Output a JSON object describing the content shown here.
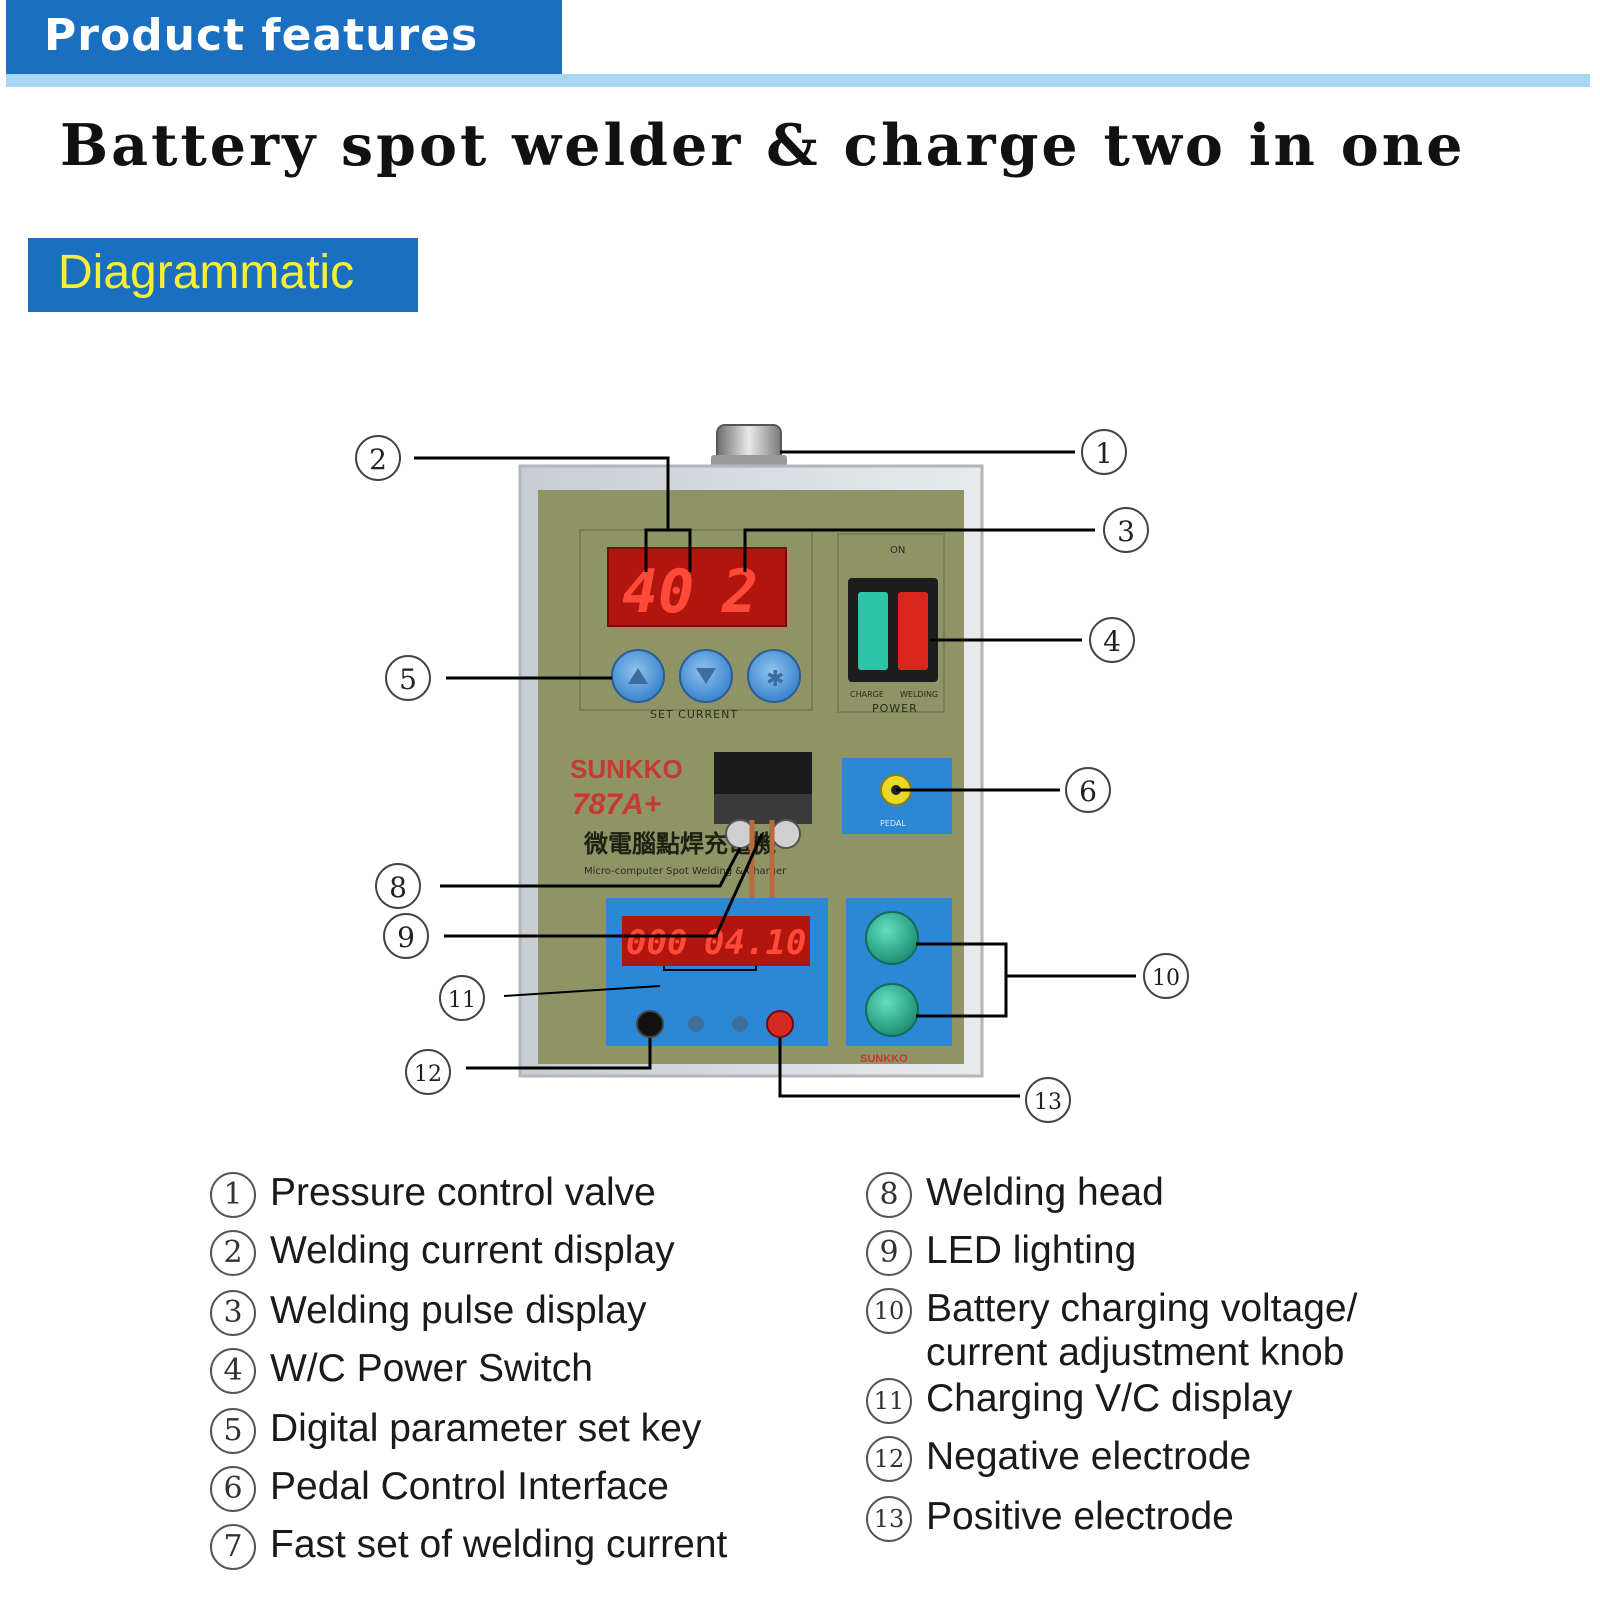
{
  "header": {
    "banner": "Product features",
    "title": "Battery spot welder & charge two in one",
    "section_tag": "Diagrammatic"
  },
  "device": {
    "brand": "SUNKKO",
    "model": "787A+",
    "chinese_label": "微電腦點焊充電機",
    "sub_label": "Micro-computer Spot Welding & Charger",
    "current_display": "40",
    "pulse_display": "2",
    "charge_voltage_display": "000",
    "charge_current_display": "04.10",
    "set_current_label": "SET CURRENT",
    "power_label": "POWER",
    "on_label": "ON",
    "switch_left_label": "CHARGE",
    "switch_right_label": "WELDING",
    "pedal_label": "PEDAL",
    "logo_small": "SUNKKO",
    "keypad_icons": [
      "up-arrow-icon",
      "down-arrow-icon",
      "star-icon"
    ]
  },
  "callouts": [
    "1",
    "2",
    "3",
    "4",
    "5",
    "6",
    "8",
    "9",
    "10",
    "11",
    "12",
    "13"
  ],
  "legend": {
    "left": [
      {
        "num": "1",
        "text": "Pressure control valve"
      },
      {
        "num": "2",
        "text": "Welding current display"
      },
      {
        "num": "3",
        "text": "Welding pulse display"
      },
      {
        "num": "4",
        "text": "W/C Power Switch"
      },
      {
        "num": "5",
        "text": "Digital parameter set key"
      },
      {
        "num": "6",
        "text": "Pedal Control Interface"
      },
      {
        "num": "7",
        "text": "Fast set of welding current"
      }
    ],
    "right": [
      {
        "num": "8",
        "text": "Welding head"
      },
      {
        "num": "9",
        "text": "LED lighting"
      },
      {
        "num": "10",
        "text": "Battery charging voltage/"
      },
      {
        "num": "",
        "text": "current  adjustment knob"
      },
      {
        "num": "11",
        "text": "Charging V/C display"
      },
      {
        "num": "12",
        "text": "Negative electrode"
      },
      {
        "num": "13",
        "text": "Positive electrode"
      }
    ]
  },
  "colors": {
    "banner_blue": "#1a6fc1",
    "rule_blue": "#a9d6f2",
    "tag_text": "#f7ef33",
    "panel_green": "#8f9466",
    "led_red": "#ff2a1a",
    "knob_teal": "#2fb89a"
  }
}
